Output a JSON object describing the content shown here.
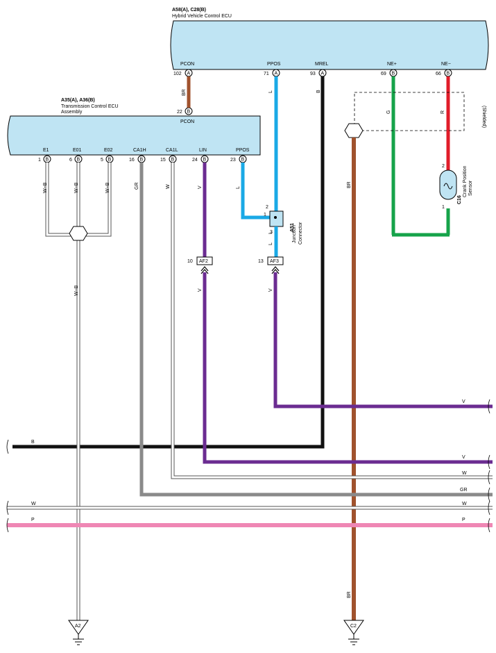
{
  "colors": {
    "ecu_fill": "#bfe4f3",
    "BR": "#a0522d",
    "L": "#1aa9e6",
    "B": "#111111",
    "G": "#16a34a",
    "R": "#e11d2a",
    "V": "#6b2c91",
    "GR": "#8a8a8a",
    "W": "#ffffff",
    "P": "#ef87b4",
    "W-B": "#ffffff"
  },
  "hv_ecu": {
    "connector_ids": "A58(A), C28(B)",
    "name": "Hybrid Vehicle Control ECU",
    "pins": [
      {
        "label": "PCON",
        "num": "102",
        "conn": "A"
      },
      {
        "label": "PPOS",
        "num": "71",
        "conn": "A"
      },
      {
        "label": "MREL",
        "num": "93",
        "conn": "A"
      },
      {
        "label": "NE+",
        "num": "69",
        "conn": "B"
      },
      {
        "label": "NE−",
        "num": "66",
        "conn": "B"
      }
    ]
  },
  "tcu": {
    "connector_ids": "A35(A), A36(B)",
    "name_line1": "Transmission Control ECU",
    "name_line2": "Assembly",
    "top_pin": {
      "label": "PCON",
      "num": "22",
      "conn": "B"
    },
    "pins": [
      {
        "label": "E1",
        "num": "1",
        "conn": "B"
      },
      {
        "label": "E01",
        "num": "6",
        "conn": "B"
      },
      {
        "label": "E02",
        "num": "5",
        "conn": "B"
      },
      {
        "label": "CA1H",
        "num": "16",
        "conn": "B"
      },
      {
        "label": "CA1L",
        "num": "15",
        "conn": "B"
      },
      {
        "label": "LIN",
        "num": "24",
        "conn": "B"
      },
      {
        "label": "PPOS",
        "num": "23",
        "conn": "B"
      }
    ]
  },
  "junction": {
    "id": "A51",
    "name_line1": "Junction",
    "name_line2": "Connector",
    "pins": [
      "1",
      "2",
      "3"
    ]
  },
  "sensor": {
    "id": "C16",
    "name_line1": "Crank Position",
    "name_line2": "Sensor",
    "pins": [
      "2",
      "1"
    ],
    "shield_label": "(Shielded)"
  },
  "connectors": [
    {
      "id": "AF2",
      "pin": "10"
    },
    {
      "id": "AF3",
      "pin": "13"
    }
  ],
  "grounds": [
    {
      "id": "A2"
    },
    {
      "id": "C2"
    }
  ],
  "wire_labels": {
    "pcon": "BR",
    "ppos_top": "L",
    "mrel": "B",
    "ne_plus": "G",
    "ne_minus": "R",
    "e1": "W−B",
    "e01": "W−B",
    "e02": "W−B",
    "ca1h": "GR",
    "ca1l": "W",
    "lin_top": "V",
    "ppos_tcu": "L",
    "jc_below": "L",
    "jc_between": "L",
    "ground_a2": "W−B",
    "splice_right_top": "BR",
    "splice_right_bottom": "BR",
    "v_left_af2": "V",
    "v_left_af3": "V"
  },
  "bus_labels": {
    "b_left": "B",
    "v1_right": "V",
    "v2_right": "V",
    "w1_right": "W",
    "gr_right": "GR",
    "w_left": "W",
    "w_right": "W",
    "p_left": "P",
    "p_right": "P"
  }
}
